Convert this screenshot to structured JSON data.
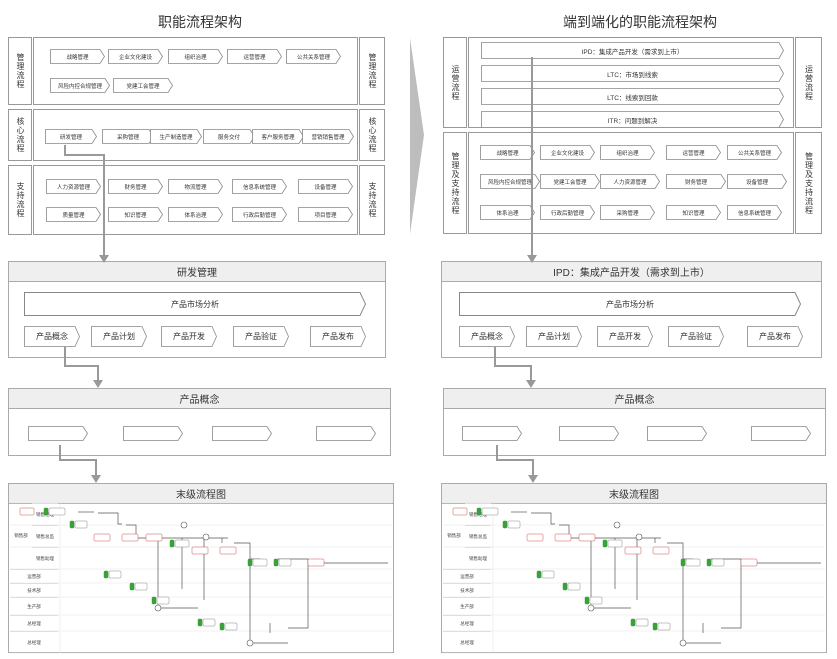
{
  "left": {
    "title": "职能流程架构",
    "mgmt_label": "管理流程",
    "mgmt_label_right": "管理流程",
    "mgmt_row1": [
      "战略管理",
      "企业文化建设",
      "组织治理",
      "运营管理",
      "公共关系管理"
    ],
    "mgmt_row2": [
      "风险内控合规管理",
      "党建工会管理"
    ],
    "core_label": "核心流程",
    "core_label_right": "核心流程",
    "core_row": [
      "研发管理",
      "采购管理",
      "生产制造管理",
      "服务交付",
      "客户服务管理",
      "营销销售管理"
    ],
    "support_label": "支持流程",
    "support_label_right": "支持流程",
    "support_row1": [
      "人力资源管理",
      "财务管理",
      "物流管理",
      "信息系统管理",
      "设备管理"
    ],
    "support_row2": [
      "质量管理",
      "知识管理",
      "体系治理",
      "行政后勤管理",
      "项目管理"
    ],
    "l2_title": "研发管理",
    "l2_bar": "产品市场分析",
    "l2_steps": [
      "产品概念",
      "产品计划",
      "产品开发",
      "产品验证",
      "产品发布"
    ],
    "l3_title": "产品概念",
    "l4_title": "末级流程图"
  },
  "right": {
    "title": "端到端化的职能流程架构",
    "ops_label": "运营流程",
    "ops_label_right": "运营流程",
    "ops_rows": [
      "IPD：集成产品开发（需求到上市）",
      "LTC：市场到线索",
      "LTC：线索到回款",
      "ITR：问题到解决"
    ],
    "ms_label": "管理及支持流程",
    "ms_label_right": "管理及支持流程",
    "ms_row1": [
      "战略管理",
      "企业文化建设",
      "组织治理",
      "运营管理",
      "公共关系管理"
    ],
    "ms_row2": [
      "风险内控合规管理",
      "党建工会管理",
      "人力资源管理",
      "财务管理",
      "设备管理"
    ],
    "ms_row3": [
      "体系治理",
      "行政后勤管理",
      "采购管理",
      "知识管理",
      "信息系统管理"
    ],
    "l2_title": "IPD：集成产品开发（需求到上市）",
    "l2_bar": "产品市场分析",
    "l2_steps": [
      "产品概念",
      "产品计划",
      "产品开发",
      "产品验证",
      "产品发布"
    ],
    "l3_title": "产品概念",
    "l4_title": "末级流程图"
  },
  "swimlane": {
    "group_label": "销售部",
    "lanes": [
      "销售经理",
      "销售总监",
      "销售助理",
      "运营部",
      "技术部",
      "生产部",
      "总经理",
      "总经理"
    ]
  },
  "colors": {
    "border": "#999999",
    "header_bg": "#efefef",
    "arrow": "#999999",
    "node_green": "#3aa13a"
  }
}
